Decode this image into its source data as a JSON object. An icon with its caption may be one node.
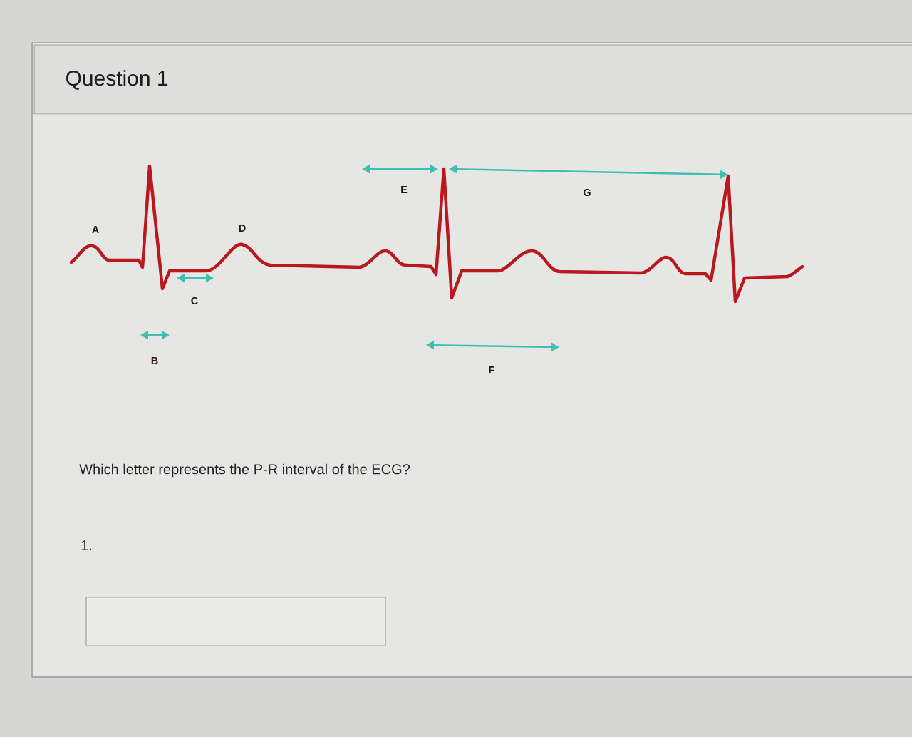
{
  "diagram": {
    "title": "Question 1",
    "labels": [
      "E",
      "G",
      "A",
      "D",
      "C",
      "B",
      "F",
      "Which letter represents the P-R interval of the ECG?",
      "1."
    ]
  }
}
